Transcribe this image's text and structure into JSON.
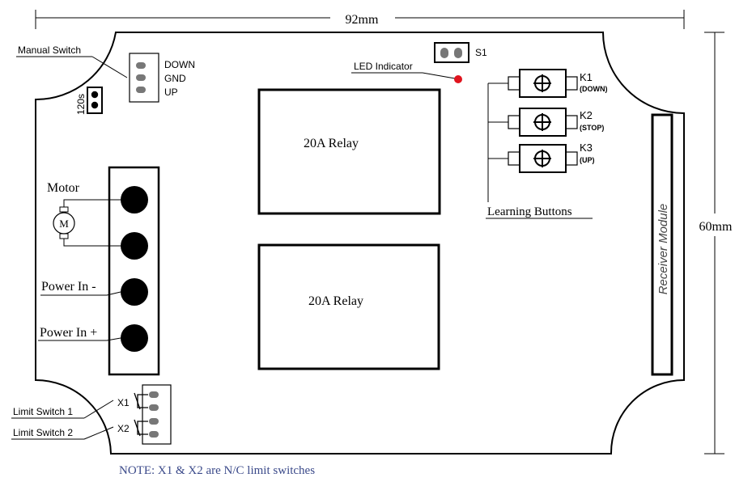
{
  "dimensions": {
    "width_label": "92mm",
    "height_label": "60mm"
  },
  "manual_switch": {
    "label": "Manual Switch",
    "pins": [
      "DOWN",
      "GND",
      "UP"
    ]
  },
  "jumper_120s": {
    "label": "120s"
  },
  "s1": {
    "label": "S1"
  },
  "led": {
    "label": "LED Indicator",
    "color": "#e0141e"
  },
  "relays": [
    {
      "label": "20A Relay"
    },
    {
      "label": "20A Relay"
    }
  ],
  "learning_buttons": {
    "label": "Learning Buttons",
    "buttons": [
      {
        "name": "K1",
        "function": "(DOWN)"
      },
      {
        "name": "K2",
        "function": "(STOP)"
      },
      {
        "name": "K3",
        "function": "(UP)"
      }
    ]
  },
  "terminal_block": {
    "motor_label": "Motor",
    "motor_symbol": "M",
    "power_minus_label": "Power In -",
    "power_plus_label": "Power In +"
  },
  "receiver_module": {
    "label": "Receiver Module"
  },
  "limit_switches": {
    "x1": "X1",
    "x2": "X2",
    "switch1_label": "Limit Switch 1",
    "switch2_label": "Limit Switch 2"
  },
  "note": {
    "text": "NOTE: X1 & X2 are N/C limit switches",
    "color": "#3b4a8a"
  }
}
